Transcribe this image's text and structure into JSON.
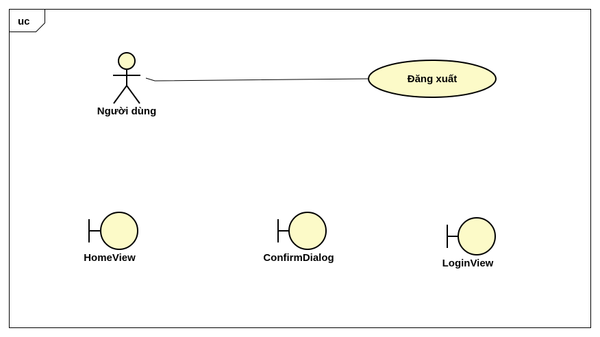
{
  "frame": {
    "label": "uc"
  },
  "actor": {
    "name": "Người dùng"
  },
  "use_case": {
    "name": "Đăng xuất"
  },
  "boundaries": [
    {
      "name": "HomeView"
    },
    {
      "name": "ConfirmDialog"
    },
    {
      "name": "LoginView"
    }
  ],
  "colors": {
    "fill": "#fcfac8",
    "stroke": "#000000",
    "background": "#ffffff"
  }
}
